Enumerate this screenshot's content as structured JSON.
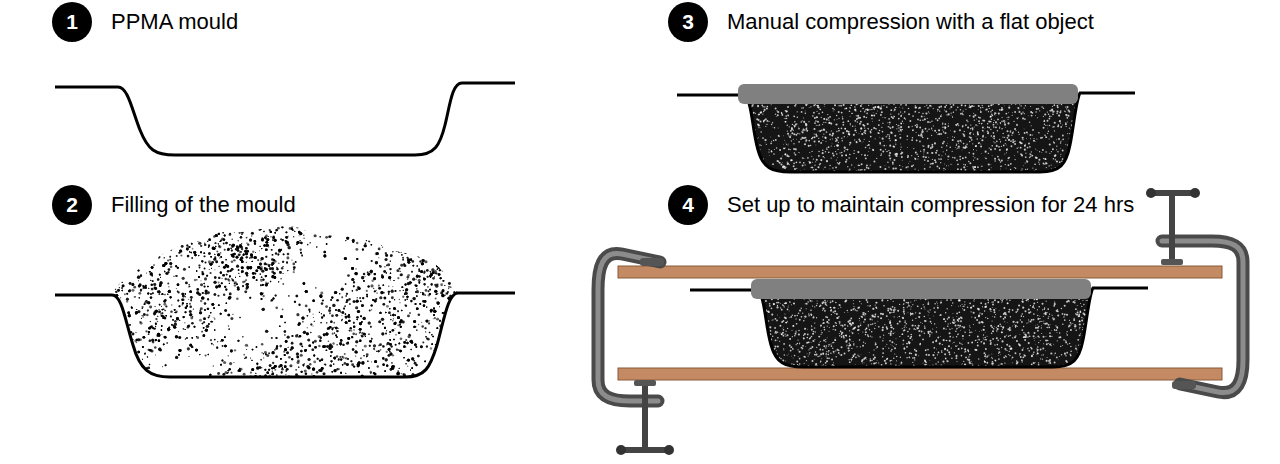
{
  "diagram": {
    "nodes": [
      {
        "text": [
          "1",
          "PPMA mould"
        ]
      },
      {
        "text": [
          "2",
          "Filling of the mould"
        ]
      },
      {
        "text": [
          "3",
          "Manual compression with a flat object"
        ]
      },
      {
        "text": [
          "4",
          "Set up to maintain compression for 24 hrs"
        ]
      }
    ]
  }
}
